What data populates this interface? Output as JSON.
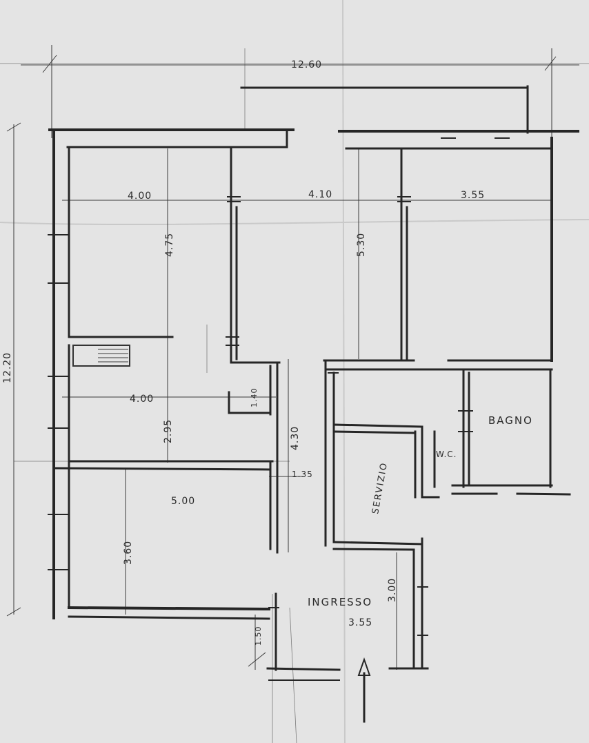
{
  "plan": {
    "overall_width": "12.60",
    "overall_height": "12.20"
  },
  "rooms": {
    "room1_width": "4.00",
    "room1_depth": "4.75",
    "room2_width": "4.10",
    "room2_depth": "5.30",
    "room3_width": "3.55",
    "room4_width": "4.00",
    "room4_depth": "2.95",
    "room5_width": "5.00",
    "room5_depth": "3.60",
    "closet_label": "1.40",
    "corridor_depth": "4.30",
    "corridor_width": "1.35",
    "bagno_label": "BAGNO",
    "wc_label": "W.C.",
    "servizio_label": "SERVIZIO",
    "ingresso_label": "INGRESSO",
    "ingresso_width": "3.55",
    "ingresso_depth": "3.00",
    "front_width": "1.50"
  },
  "colors": {
    "paper": "#e4e4e4",
    "ink": "#262626"
  }
}
